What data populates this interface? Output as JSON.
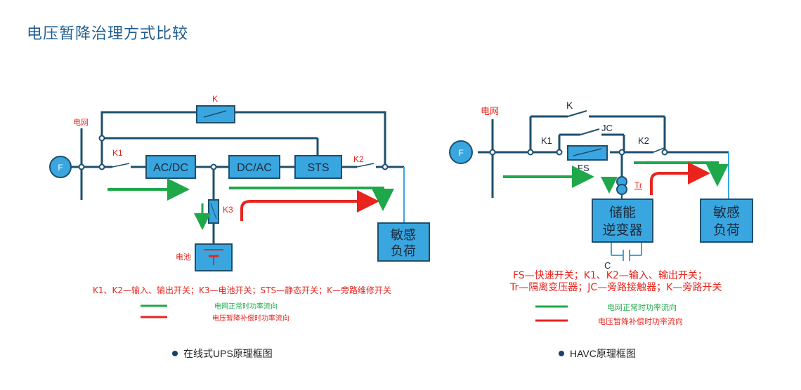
{
  "page": {
    "title": "电压暂降治理方式比较"
  },
  "ups": {
    "grid_label": "电网",
    "source": "F",
    "k": "K",
    "k1": "K1",
    "acdc": "AC/DC",
    "dcac": "DC/AC",
    "sts": "STS",
    "k2": "K2",
    "k3": "K3",
    "battery_label": "电池",
    "load_line1": "敏感",
    "load_line2": "负荷",
    "legend_text": "K1、K2—输入、输出开关；K3—电池开关；STS—静态开关；K—旁路维修开关",
    "legend_green": "电网正常时功率流向",
    "legend_red": "电压暂降补偿时功率流向",
    "caption": "在线式UPS原理框图"
  },
  "havc": {
    "grid_label": "电网",
    "source": "F",
    "k": "K",
    "jc": "JC",
    "k1": "K1",
    "k2": "K2",
    "fs": "FS",
    "tr": "Tr",
    "inv_line1": "储能",
    "inv_line2": "逆变器",
    "c": "C",
    "load_line1": "敏感",
    "load_line2": "负荷",
    "legend_text1": "FS—快速开关；K1、K2—输入、输出开关；",
    "legend_text2": "Tr—隔离变压器；JC—旁路接触器；K—旁路开关",
    "legend_green": "电网正常时功率流向",
    "legend_red": "电压暂降补偿时功率流向",
    "caption": "HAVC原理框图"
  },
  "colors": {
    "title": "#1f5e91",
    "box_fill": "#3aa6e0",
    "wire": "#1d4f6e",
    "green": "#1fa84a",
    "red": "#e8241d",
    "label_red": "#e8241d"
  }
}
